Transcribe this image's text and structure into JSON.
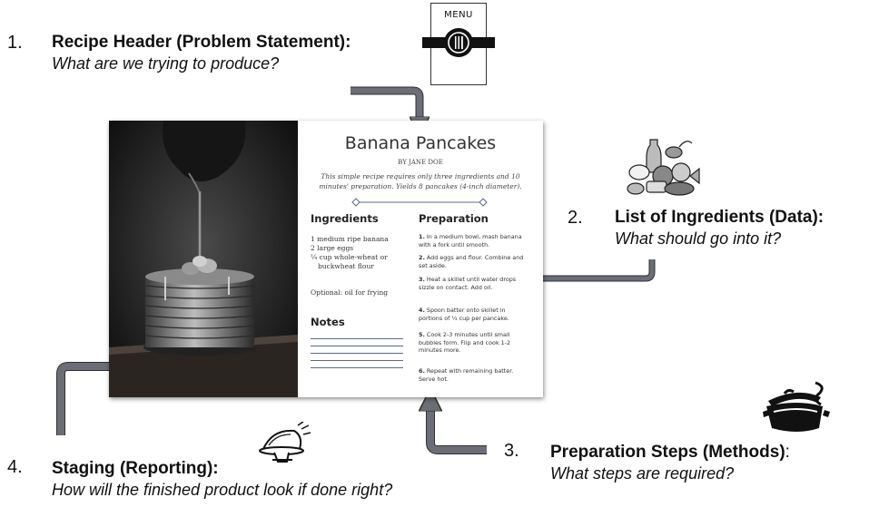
{
  "steps": [
    {
      "number": "1.",
      "title": "Recipe Header (Problem Statement):",
      "title_tail": "",
      "subtitle": "What are we trying to produce?"
    },
    {
      "number": "2.",
      "title": "List of Ingredients (Data):",
      "title_tail": "",
      "subtitle": "What should go into it?"
    },
    {
      "number": "3.",
      "title": "Preparation Steps (Methods)",
      "title_tail": ":",
      "subtitle": "What steps are required?"
    },
    {
      "number": "4.",
      "title": "Staging (Reporting):",
      "title_tail": "",
      "subtitle": "How will the finished product look if done right?"
    }
  ],
  "menu_icon": {
    "label": "MENU"
  },
  "recipe": {
    "title": "Banana Pancakes",
    "byline": "BY JANE DOE",
    "description_lines": [
      "This simple recipe requires only three ingredients and 10",
      "minutes' preparation.  Yields 8 pancakes (4-inch diameter)."
    ],
    "ingredients_heading": "Ingredients",
    "ingredients": [
      "1 medium ripe banana",
      "2 large eggs",
      "¼ cup whole-wheat or"
    ],
    "ingredients_cont": "buckwheat flour",
    "optional": "Optional: oil for frying",
    "notes_heading": "Notes",
    "preparation_heading": "Preparation",
    "preparation": [
      {
        "n": "1.",
        "text": " In a medium bowl, mash banana with a fork until smooth."
      },
      {
        "n": "2.",
        "text": " Add eggs and flour.  Combine and set aside."
      },
      {
        "n": "3.",
        "text": " Heat a skillet until water drops sizzle on contact.  Add oil."
      },
      {
        "n": "4.",
        "text": " Spoon batter onto skillet in portions of ¼ cup per pancake."
      },
      {
        "n": "5.",
        "text": " Cook 2-3 minutes until small bubbles form.  Flip and cook 1-2 minutes more."
      },
      {
        "n": "6.",
        "text": " Repeat with remaining batter.  Serve hot."
      }
    ]
  },
  "icons": [
    "menu-icon",
    "ingredients-pile-icon",
    "cooking-pot-icon",
    "serving-cloche-icon"
  ],
  "colors": {
    "arrow": "#6b6e75",
    "arrow_outline": "#2e3035",
    "text": "#111111",
    "notes_lines": "#5a6a8a"
  }
}
